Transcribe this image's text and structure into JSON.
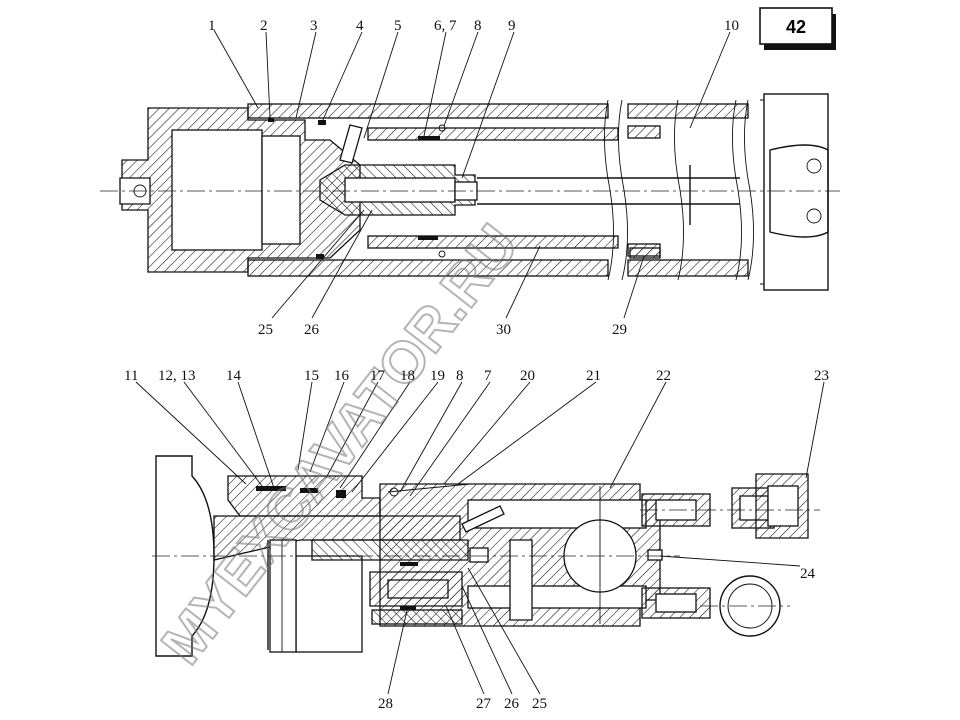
{
  "page_number": "42",
  "watermark": "MYEXCAVATOR.RU",
  "top_view_callouts": [
    {
      "id": "c1",
      "label": "1"
    },
    {
      "id": "c2",
      "label": "2"
    },
    {
      "id": "c3",
      "label": "3"
    },
    {
      "id": "c4",
      "label": "4"
    },
    {
      "id": "c5",
      "label": "5"
    },
    {
      "id": "c67",
      "label": "6, 7"
    },
    {
      "id": "c8",
      "label": "8"
    },
    {
      "id": "c9",
      "label": "9"
    },
    {
      "id": "c10",
      "label": "10"
    },
    {
      "id": "c25",
      "label": "25"
    },
    {
      "id": "c26",
      "label": "26"
    },
    {
      "id": "c30",
      "label": "30"
    },
    {
      "id": "c29",
      "label": "29"
    }
  ],
  "bottom_view_callouts": [
    {
      "id": "c11",
      "label": "11"
    },
    {
      "id": "c1213",
      "label": "12, 13"
    },
    {
      "id": "c14",
      "label": "14"
    },
    {
      "id": "c15",
      "label": "15"
    },
    {
      "id": "c16",
      "label": "16"
    },
    {
      "id": "c17",
      "label": "17"
    },
    {
      "id": "c18",
      "label": "18"
    },
    {
      "id": "c19",
      "label": "19"
    },
    {
      "id": "c8b",
      "label": "8"
    },
    {
      "id": "c7",
      "label": "7"
    },
    {
      "id": "c20",
      "label": "20"
    },
    {
      "id": "c21",
      "label": "21"
    },
    {
      "id": "c22",
      "label": "22"
    },
    {
      "id": "c23",
      "label": "23"
    },
    {
      "id": "c24",
      "label": "24"
    },
    {
      "id": "c28",
      "label": "28"
    },
    {
      "id": "c27",
      "label": "27"
    },
    {
      "id": "c26b",
      "label": "26"
    },
    {
      "id": "c25b",
      "label": "25"
    }
  ]
}
